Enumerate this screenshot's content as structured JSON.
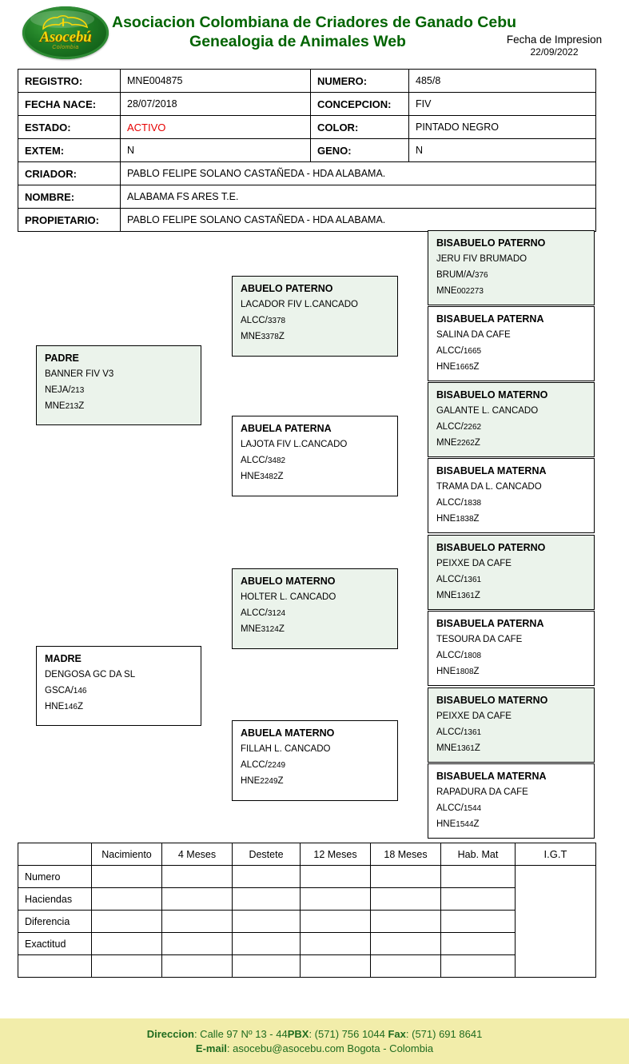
{
  "header": {
    "logo": {
      "word": "Asocebú",
      "sub": "Colombia",
      "alt": "asocebu-logo"
    },
    "title_line1": "Asociacion Colombiana de Criadores de Ganado Cebu",
    "title_line2": "Genealogia de Animales Web",
    "print_date_label": "Fecha de Impresion",
    "print_date_value": "22/09/2022",
    "title_color": "#006400"
  },
  "info": {
    "rows_two_col": [
      {
        "label_a": "REGISTRO:",
        "value_a": "MNE004875",
        "label_b": "NUMERO:",
        "value_b": "485/8"
      },
      {
        "label_a": "FECHA NACE:",
        "value_a": "28/07/2018",
        "label_b": "CONCEPCION:",
        "value_b": "FIV"
      },
      {
        "label_a": "ESTADO:",
        "value_a": "ACTIVO",
        "label_b": "COLOR:",
        "value_b": "PINTADO NEGRO"
      },
      {
        "label_a": "EXTEM:",
        "value_a": "N",
        "label_b": "GENO:",
        "value_b": "N"
      }
    ],
    "rows_wide": [
      {
        "label": "CRIADOR:",
        "value": "PABLO FELIPE SOLANO CASTAÑEDA - HDA ALABAMA."
      },
      {
        "label": "NOMBRE:",
        "value": "ALABAMA FS ARES T.E."
      },
      {
        "label": "PROPIETARIO:",
        "value": "PABLO FELIPE SOLANO CASTAÑEDA - HDA ALABAMA."
      }
    ],
    "estado_color": "#e60000"
  },
  "pedigree": {
    "green_fill": "#ebf3eb",
    "padre": {
      "title": "PADRE",
      "name": "BANNER FIV V3",
      "code1_pre": "NEJA/",
      "code1_num": "213",
      "code2_pre": "MNE",
      "code2_num": "213",
      "code2_suf": "Z"
    },
    "madre": {
      "title": "MADRE",
      "name": "DENGOSA GC DA SL",
      "code1_pre": "GSCA/",
      "code1_num": "146",
      "code2_pre": "HNE",
      "code2_num": "146",
      "code2_suf": "Z"
    },
    "abuelo_paterno": {
      "title": "ABUELO PATERNO",
      "name": "LACADOR FIV L.CANCADO",
      "code1_pre": "ALCC/",
      "code1_num": "3378",
      "code2_pre": "MNE",
      "code2_num": "3378",
      "code2_suf": "Z"
    },
    "abuela_paterna": {
      "title": "ABUELA PATERNA",
      "name": "LAJOTA FIV L.CANCADO",
      "code1_pre": "ALCC/",
      "code1_num": "3482",
      "code2_pre": "HNE",
      "code2_num": "3482",
      "code2_suf": "Z"
    },
    "abuelo_materno": {
      "title": "ABUELO MATERNO",
      "name": "HOLTER L. CANCADO",
      "code1_pre": "ALCC/",
      "code1_num": "3124",
      "code2_pre": "MNE",
      "code2_num": "3124",
      "code2_suf": "Z"
    },
    "abuela_materno": {
      "title": "ABUELA MATERNO",
      "name": "FILLAH L. CANCADO",
      "code1_pre": "ALCC/",
      "code1_num": "2249",
      "code2_pre": "HNE",
      "code2_num": "2249",
      "code2_suf": "Z"
    },
    "bisabuelos": [
      {
        "title": "BISABUELO PATERNO",
        "name": "JERU FIV BRUMADO",
        "code1_pre": "BRUM/A/",
        "code1_num": "376",
        "code2_pre": "MNE",
        "code2_num": "002273",
        "code2_suf": ""
      },
      {
        "title": "BISABUELA PATERNA",
        "name": "SALINA DA CAFE",
        "code1_pre": "ALCC/",
        "code1_num": "1665",
        "code2_pre": "HNE",
        "code2_num": "1665",
        "code2_suf": "Z"
      },
      {
        "title": "BISABUELO MATERNO",
        "name": "GALANTE L. CANCADO",
        "code1_pre": "ALCC/",
        "code1_num": "2262",
        "code2_pre": "MNE",
        "code2_num": "2262",
        "code2_suf": "Z"
      },
      {
        "title": "BISABUELA MATERNA",
        "name": "TRAMA DA L. CANCADO",
        "code1_pre": "ALCC/",
        "code1_num": "1838",
        "code2_pre": "HNE",
        "code2_num": "1838",
        "code2_suf": "Z"
      },
      {
        "title": "BISABUELO PATERNO",
        "name": "PEIXXE DA CAFE",
        "code1_pre": "ALCC/",
        "code1_num": "1361",
        "code2_pre": "MNE",
        "code2_num": "1361",
        "code2_suf": "Z"
      },
      {
        "title": "BISABUELA PATERNA",
        "name": "TESOURA DA CAFE",
        "code1_pre": "ALCC/",
        "code1_num": "1808",
        "code2_pre": "HNE",
        "code2_num": "1808",
        "code2_suf": "Z"
      },
      {
        "title": "BISABUELO MATERNO",
        "name": "PEIXXE DA CAFE",
        "code1_pre": "ALCC/",
        "code1_num": "1361",
        "code2_pre": "MNE",
        "code2_num": "1361",
        "code2_suf": "Z"
      },
      {
        "title": "BISABUELA MATERNA",
        "name": "RAPADURA DA CAFE",
        "code1_pre": "ALCC/",
        "code1_num": "1544",
        "code2_pre": "HNE",
        "code2_num": "1544",
        "code2_suf": "Z"
      }
    ]
  },
  "measurements": {
    "corner_header": "",
    "columns": [
      "Nacimiento",
      "4 Meses",
      "Destete",
      "12 Meses",
      "18 Meses",
      "Hab. Mat"
    ],
    "igt_header": "I.G.T",
    "rows": [
      {
        "label": "Numero",
        "values": [
          "",
          "",
          "",
          "",
          "",
          ""
        ]
      },
      {
        "label": "Haciendas",
        "values": [
          "",
          "",
          "",
          "",
          "",
          ""
        ]
      },
      {
        "label": "Diferencia",
        "values": [
          "",
          "",
          "",
          "",
          "",
          ""
        ]
      },
      {
        "label": "Exactitud",
        "values": [
          "",
          "",
          "",
          "",
          "",
          ""
        ]
      },
      {
        "label": "",
        "values": [
          "",
          "",
          "",
          "",
          "",
          ""
        ]
      }
    ]
  },
  "footer": {
    "bg_color": "#f2edaa",
    "text_color": "#1f6b1f",
    "line1_a": "Direccion",
    "line1_b": ": Calle 97 Nº  13 - 44",
    "line1_c": "PBX",
    "line1_d": ": (571) 756 1044 ",
    "line1_e": "Fax",
    "line1_f": ": (571) 691 8641",
    "line2_a": "E-mail",
    "line2_b": ": asocebu@asocebu.com Bogota - Colombia"
  }
}
